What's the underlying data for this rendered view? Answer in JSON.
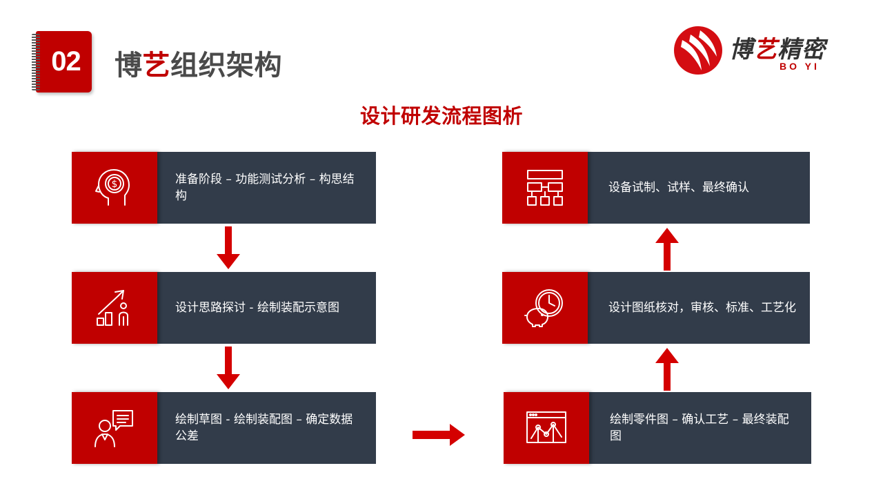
{
  "header": {
    "section_number": "02",
    "title_part1": "博",
    "title_highlight": "艺",
    "title_part2": "组织架构"
  },
  "logo": {
    "cn_part1": "博",
    "cn_highlight": "艺",
    "cn_part2": "精密",
    "en": "BO YI"
  },
  "diagram": {
    "title": "设计研发流程图析",
    "steps": [
      {
        "icon": "head-dollar-icon",
        "text": "准备阶段 – 功能测试分析 – 构思结构"
      },
      {
        "icon": "growth-chart-person-icon",
        "text": "设计思路探讨 - 绘制装配示意图"
      },
      {
        "icon": "person-speech-icon",
        "text": "绘制草图 - 绘制装配图 – 确定数据公差"
      },
      {
        "icon": "browser-chart-icon",
        "text": "绘制零件图 – 确认工艺 – 最终装配图"
      },
      {
        "icon": "clock-piggybank-icon",
        "text": "设计图纸核对，审核、标准、工艺化"
      },
      {
        "icon": "org-chart-icon",
        "text": "设备试制、试样、最终确认"
      }
    ]
  },
  "colors": {
    "accent": "#c00000",
    "panel": "#323c4a",
    "title_gray": "#4a4a4a"
  }
}
